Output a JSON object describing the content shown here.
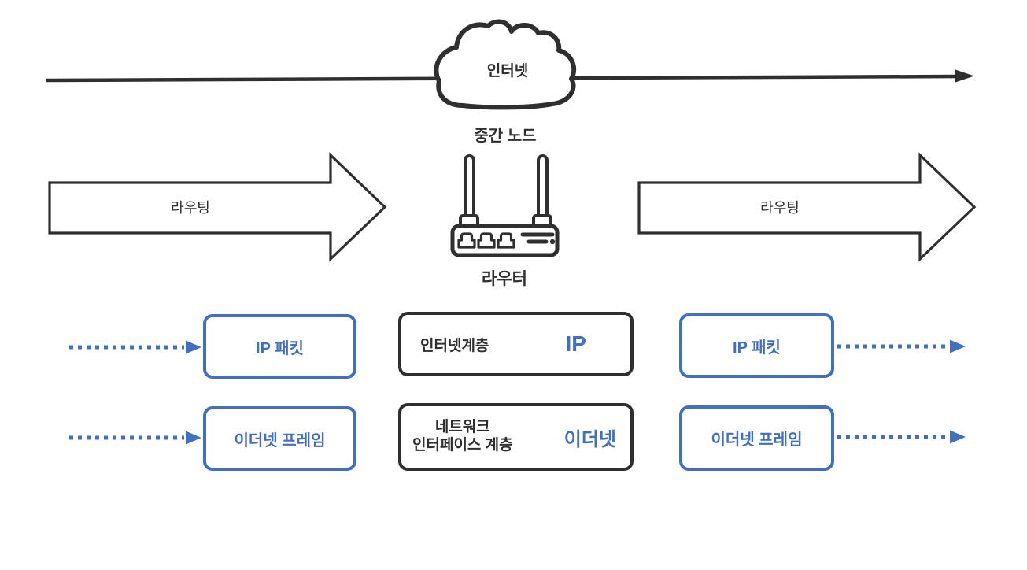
{
  "colors": {
    "outline": "#2f2f2f",
    "blue": "#4170c2"
  },
  "top": {
    "cloud_label": "인터넷",
    "node_label": "중간 노드"
  },
  "router": {
    "label": "라우터"
  },
  "routing": {
    "left_label": "라우팅",
    "right_label": "라우팅"
  },
  "stacks": {
    "left": {
      "ip": "IP 패킷",
      "eth": "이더넷 프레임"
    },
    "center": {
      "internet_layer": {
        "name": "인터넷계층",
        "protocol": "IP"
      },
      "nif_layer": {
        "name_line1": "네트워크",
        "name_line2": "인터페이스 계층",
        "protocol": "이더넷"
      }
    },
    "right": {
      "ip": "IP 패킷",
      "eth": "이더넷 프레임"
    }
  }
}
